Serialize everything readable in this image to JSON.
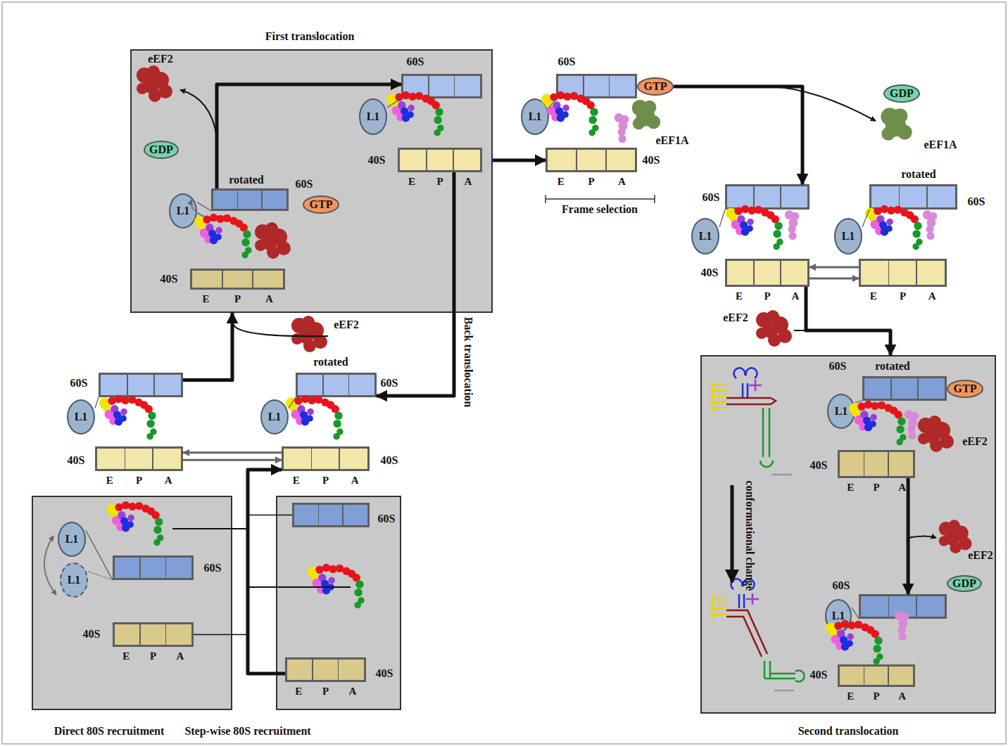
{
  "diagram": {
    "nodes": [
      {
        "text": [
          "First translocation"
        ]
      },
      {
        "text": [
          "rotated",
          "60S"
        ],
        "in": 0
      },
      {
        "text": [
          "L1"
        ],
        "in": 0
      },
      {
        "text": [
          "GTP"
        ],
        "in": 0
      },
      {
        "text": [
          "40S",
          "E",
          "P",
          "A"
        ],
        "in": 0
      },
      {
        "text": [
          "GDP"
        ],
        "in": 0
      },
      {
        "text": [
          "60S"
        ],
        "in": 0
      },
      {
        "text": [
          "L1"
        ],
        "in": 0
      },
      {
        "text": [
          "40S",
          "E",
          "P",
          "A"
        ],
        "in": 0
      },
      {
        "text": [
          "60S"
        ]
      },
      {
        "text": [
          "L1"
        ]
      },
      {
        "text": [
          "GTP"
        ]
      },
      {
        "text": [
          "40S",
          "E",
          "P",
          "A"
        ]
      },
      {
        "text": [
          "GDP"
        ]
      },
      {
        "text": [
          "60S"
        ]
      },
      {
        "text": [
          "L1"
        ]
      },
      {
        "text": [
          "40S",
          "E",
          "P",
          "A"
        ]
      },
      {
        "text": [
          "rotated",
          "60S"
        ]
      },
      {
        "text": [
          "L1"
        ]
      },
      {
        "text": [
          "E",
          "P",
          "A"
        ]
      },
      {
        "text": [
          "Second translocation"
        ]
      },
      {
        "text": [
          "rotated",
          "60S"
        ],
        "in": 20
      },
      {
        "text": [
          "GTP"
        ],
        "in": 20
      },
      {
        "text": [
          "L1"
        ],
        "in": 20
      },
      {
        "text": [
          "40S",
          "E",
          "P",
          "A"
        ],
        "in": 20
      },
      {
        "text": [
          "60S"
        ],
        "in": 20
      },
      {
        "text": [
          "GDP"
        ],
        "in": 20
      },
      {
        "text": [
          "L1"
        ],
        "in": 20
      },
      {
        "text": [
          "40S",
          "E",
          "P",
          "A"
        ],
        "in": 20
      },
      {
        "text": [
          "60S"
        ]
      },
      {
        "text": [
          "L1"
        ]
      },
      {
        "text": [
          "40S",
          "E",
          "P",
          "A"
        ]
      },
      {
        "text": [
          "rotated",
          "60S"
        ]
      },
      {
        "text": [
          "L1"
        ]
      },
      {
        "text": [
          "40S",
          "E",
          "P",
          "A"
        ]
      },
      {
        "text": [
          "Direct 80S recruitment"
        ]
      },
      {
        "text": [
          "L1"
        ],
        "in": 35
      },
      {
        "text": [
          "L1"
        ],
        "in": 35
      },
      {
        "text": [
          "60S"
        ],
        "in": 35
      },
      {
        "text": [
          "40S",
          "E",
          "P",
          "A"
        ],
        "in": 35
      },
      {
        "text": [
          "Step-wise 80S recruitment"
        ]
      },
      {
        "text": [
          "60S"
        ],
        "in": 40
      },
      {
        "text": [
          "40S",
          "E",
          "P",
          "A"
        ],
        "in": 40
      }
    ],
    "edges": [
      {
        "from": 34,
        "to": 31,
        "arrow": "to"
      },
      {
        "from": 31,
        "to": 34,
        "arrow": "to"
      },
      {
        "from": 29,
        "to": 0,
        "arrow": "to"
      },
      {
        "from": 0,
        "to": 12,
        "arrow": "to"
      },
      {
        "from": 8,
        "to": 32,
        "arrow": "to"
      },
      {
        "from": 1,
        "to": 6,
        "arrow": "to"
      },
      {
        "from": 11,
        "to": 14,
        "arrow": "to"
      },
      {
        "from": 19,
        "to": 16,
        "arrow": "to"
      },
      {
        "from": 16,
        "to": 19,
        "arrow": "to"
      },
      {
        "from": 16,
        "to": 20,
        "arrow": "to"
      },
      {
        "from": 24,
        "to": 25,
        "arrow": "to"
      },
      {
        "from": 42,
        "to": 34,
        "arrow": "to"
      },
      {
        "from": 39,
        "to": 34,
        "arrow": "to"
      },
      {
        "from": 41,
        "to": 34,
        "arrow": "to"
      },
      {
        "from": 2,
        "to": 1,
        "arrow": "none"
      },
      {
        "from": 7,
        "to": 6,
        "arrow": "none"
      },
      {
        "from": 10,
        "to": 9,
        "arrow": "none"
      },
      {
        "from": 15,
        "to": 14,
        "arrow": "none"
      },
      {
        "from": 18,
        "to": 17,
        "arrow": "none"
      },
      {
        "from": 23,
        "to": 21,
        "arrow": "none"
      },
      {
        "from": 27,
        "to": 25,
        "arrow": "none"
      },
      {
        "from": 30,
        "to": 29,
        "arrow": "none"
      },
      {
        "from": 33,
        "to": 32,
        "arrow": "none"
      },
      {
        "from": 36,
        "to": 38,
        "arrow": "none"
      },
      {
        "from": 37,
        "to": 38,
        "arrow": "none"
      }
    ],
    "labels": [
      "eEF2",
      "eEF2",
      "eEF1A",
      "Frame selection",
      "eEF1A",
      "Back translocation",
      "eEF2",
      "eEF2",
      "conformational change",
      "eEF2"
    ]
  }
}
